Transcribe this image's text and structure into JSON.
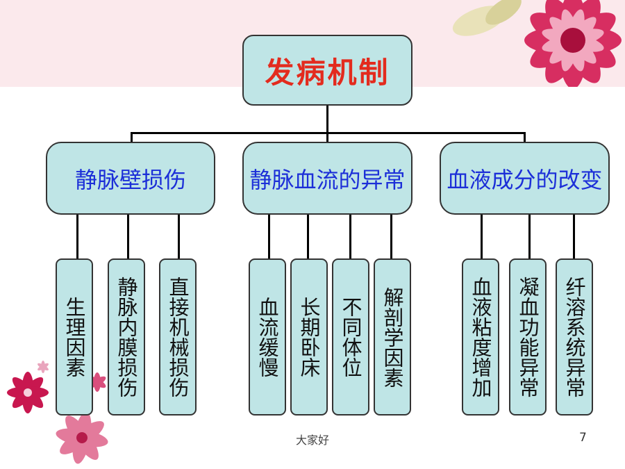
{
  "root": {
    "label": "发病机制"
  },
  "categories": [
    {
      "label": "静脉壁损伤",
      "children": [
        "生理因素",
        "静脉内膜损伤",
        "直接机械损伤"
      ]
    },
    {
      "label": "静脉血流的异常",
      "children": [
        "血流缓慢",
        "长期卧床",
        "不同体位",
        "解剖学因素"
      ]
    },
    {
      "label": "血液成分的改变",
      "children": [
        "血液粘度增加",
        "凝血功能异常",
        "纤溶系统异常"
      ]
    }
  ],
  "footer": {
    "text": "大家好",
    "page_number": "7"
  },
  "colors": {
    "box_fill": "#bfe5e6",
    "root_text": "#e32b1e",
    "category_text": "#1c2fd8",
    "band": "#fbe9ec",
    "flower": "#c8174f"
  },
  "icons": {
    "top_right": "flower-icon",
    "bottom_left": "flower-icon"
  }
}
